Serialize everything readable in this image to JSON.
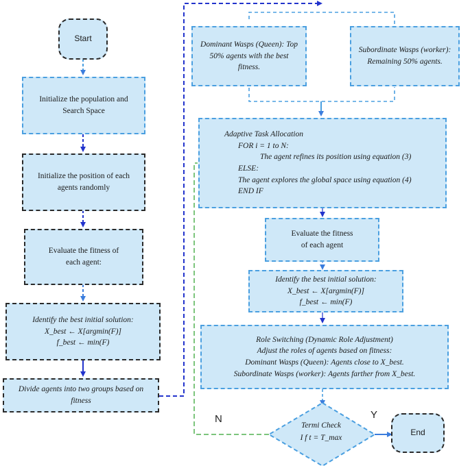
{
  "start": "Start",
  "end": "End",
  "left_column": {
    "init_population": "Initialize the population and Search Space",
    "init_position": "Initialize the position of each agents randomly",
    "evaluate_fitness": "Evaluate the fitness of each agent:",
    "identify_best": {
      "title": "Identify the best initial solution:",
      "line1": "X_best ← X[argmin(F)]",
      "line2": "f_best ← min(F)"
    },
    "divide_agents": "Divide agents into two groups based on fitness"
  },
  "groups": {
    "dominant": "Dominant Wasps (Queen): Top 50% agents with the best fitness.",
    "subordinate": "Subordinate Wasps (worker): Remaining 50% agents."
  },
  "adaptive": {
    "title": "Adaptive Task Allocation",
    "for": "FOR i = 1 to N:",
    "refine": "The agent refines its position using equation (3)",
    "else": "ELSE:",
    "explore": "The agent explores the global space using equation (4)",
    "endif": "END IF"
  },
  "right_evaluate": {
    "line1": "Evaluate the fitness",
    "line2": "of each agent"
  },
  "right_identify": {
    "title": "Identify the best initial solution:",
    "line1": "X_best ← X[argmin(F)]",
    "line2": "f_best ← min(F)"
  },
  "role_switching": {
    "title": "Role Switching (Dynamic Role Adjustment)",
    "line1": "Adjust the roles of agents based on fitness:",
    "line2": "Dominant Wasps (Queen): Agents close to X_best.",
    "line3": "Subordinate Wasps (worker): Agents farther from X_best."
  },
  "decision": {
    "line1": "Termi Check",
    "line2": "I f  t = T_max"
  },
  "labels": {
    "no": "N",
    "yes": "Y"
  },
  "colors": {
    "box_fill": "#cfe8f8",
    "blue_border": "#4a9fe0",
    "dark_border": "#2a2a2a",
    "arrow_blue": "#3b7ddd",
    "arrow_navy": "#2233cc",
    "loop_green": "#7cc47c"
  }
}
